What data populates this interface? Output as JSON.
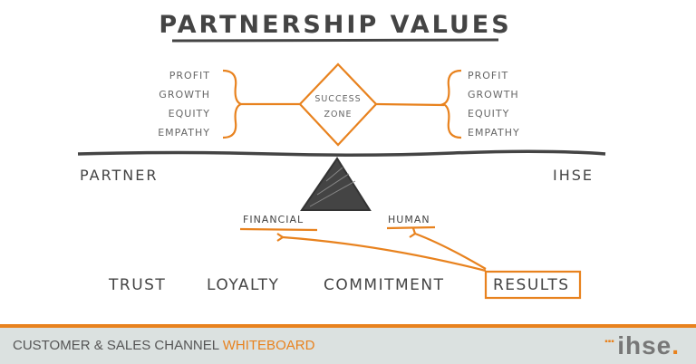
{
  "title": "Partnership Values",
  "left_values": [
    "Profit",
    "Growth",
    "Equity",
    "Empathy"
  ],
  "right_values": [
    "Profit",
    "Growth",
    "Equity",
    "Empathy"
  ],
  "success_zone": [
    "Success",
    "Zone"
  ],
  "partner_label": "Partner",
  "ihse_label": "IHSE",
  "financial_label": "Financial",
  "human_label": "Human",
  "bottom_terms": [
    "Trust",
    "Loyalty",
    "Commitment",
    "Results"
  ],
  "footer": {
    "text": "CUSTOMER & SALES CHANNEL",
    "highlight": "WHITEBOARD",
    "logo": "ihse",
    "logo_dot": "."
  },
  "colors": {
    "accent": "#e8821e",
    "ink": "#444444",
    "footer_bg": "#dbe1e0"
  }
}
